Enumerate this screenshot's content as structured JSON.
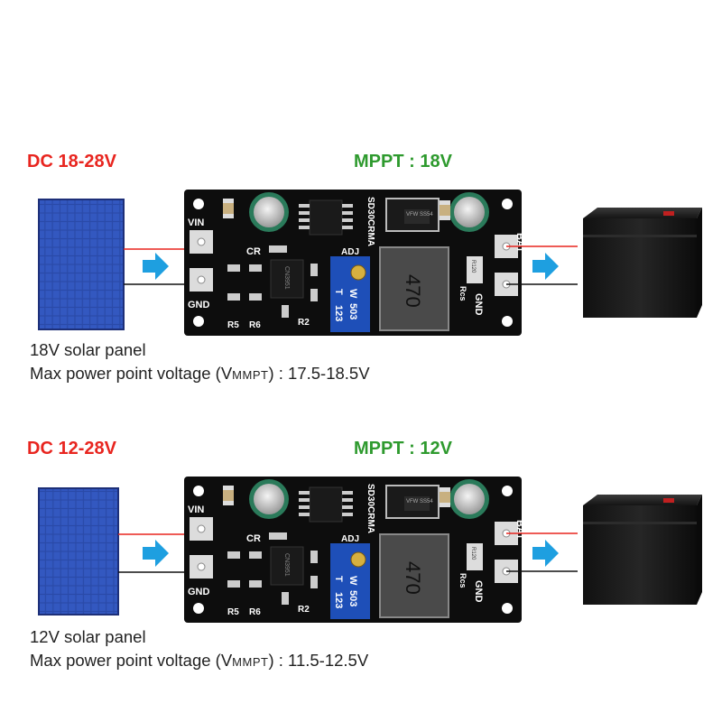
{
  "colors": {
    "input_voltage": "#e8251f",
    "mppt": "#2e9a2e",
    "arrow": "#1e9fe0",
    "pcb": "#0d0d0d",
    "wire_positive": "#e8251f",
    "wire_negative": "#111111"
  },
  "sections": [
    {
      "input_voltage": "DC 18-28V",
      "mppt_label": "MPPT : 18V",
      "panel_label": "18V solar panel",
      "mppt_prefix": "Max power point voltage (V",
      "mppt_subscript": "MMPT",
      "mppt_range": ") : 17.5-18.5V"
    },
    {
      "input_voltage": "DC 12-28V",
      "mppt_label": "MPPT : 12V",
      "panel_label": "12V solar panel",
      "mppt_prefix": "Max power point voltage (V",
      "mppt_subscript": "MMPT",
      "mppt_range": ") : 11.5-12.5V"
    }
  ],
  "board": {
    "vin": "VIN",
    "gnd_left": "GND",
    "bat": "BAT",
    "gnd_right": "GND",
    "chip_label": "SD30CRMA",
    "cr": "CR",
    "adj": "ADJ",
    "r5": "R5",
    "r6": "R6",
    "r2": "R2",
    "rcs": "Rcs",
    "r120": "R120",
    "inductor": "470",
    "pot_a": "123",
    "pot_t": "T",
    "pot_w": "W",
    "pot_b": "503",
    "diode": "VFW SS54",
    "ic": "CN3951"
  }
}
